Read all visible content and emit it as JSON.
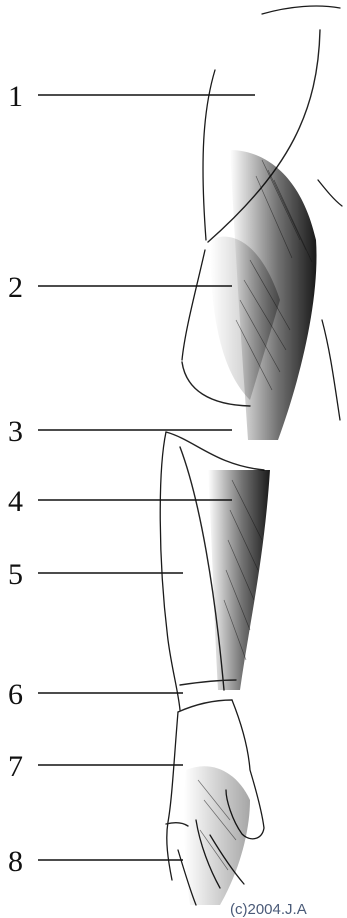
{
  "diagram": {
    "callouts": [
      "1",
      "2",
      "3",
      "4",
      "5",
      "6",
      "7",
      "8"
    ],
    "copyright": "(c)2004.J.A",
    "colors": {
      "ink": "#111111",
      "copyright": "#4a5a78",
      "background": "#ffffff"
    }
  }
}
